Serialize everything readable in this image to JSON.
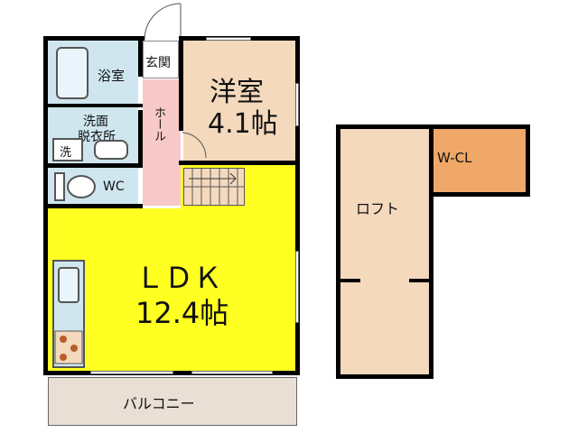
{
  "rooms": {
    "bath": "浴室",
    "entrance": "玄関",
    "western": "洋室",
    "western_size": "4.1帖",
    "hall": "ホール",
    "washroom_line1": "洗面",
    "washroom_line2": "脱衣所",
    "washer": "洗",
    "wc": "WC",
    "ldk": "ＬＤＫ",
    "ldk_size": "12.4帖",
    "balcony": "バルコニー",
    "loft": "ロフト",
    "wcl": "W-CL"
  },
  "colors": {
    "ldk": "#ffff22",
    "western": "#f5d9bd",
    "hall": "#f7c9c9",
    "loft": "#f5d9bd",
    "wcl": "#f0a868",
    "wet": "#cfe6ef",
    "balcony": "#e9dfd5"
  }
}
